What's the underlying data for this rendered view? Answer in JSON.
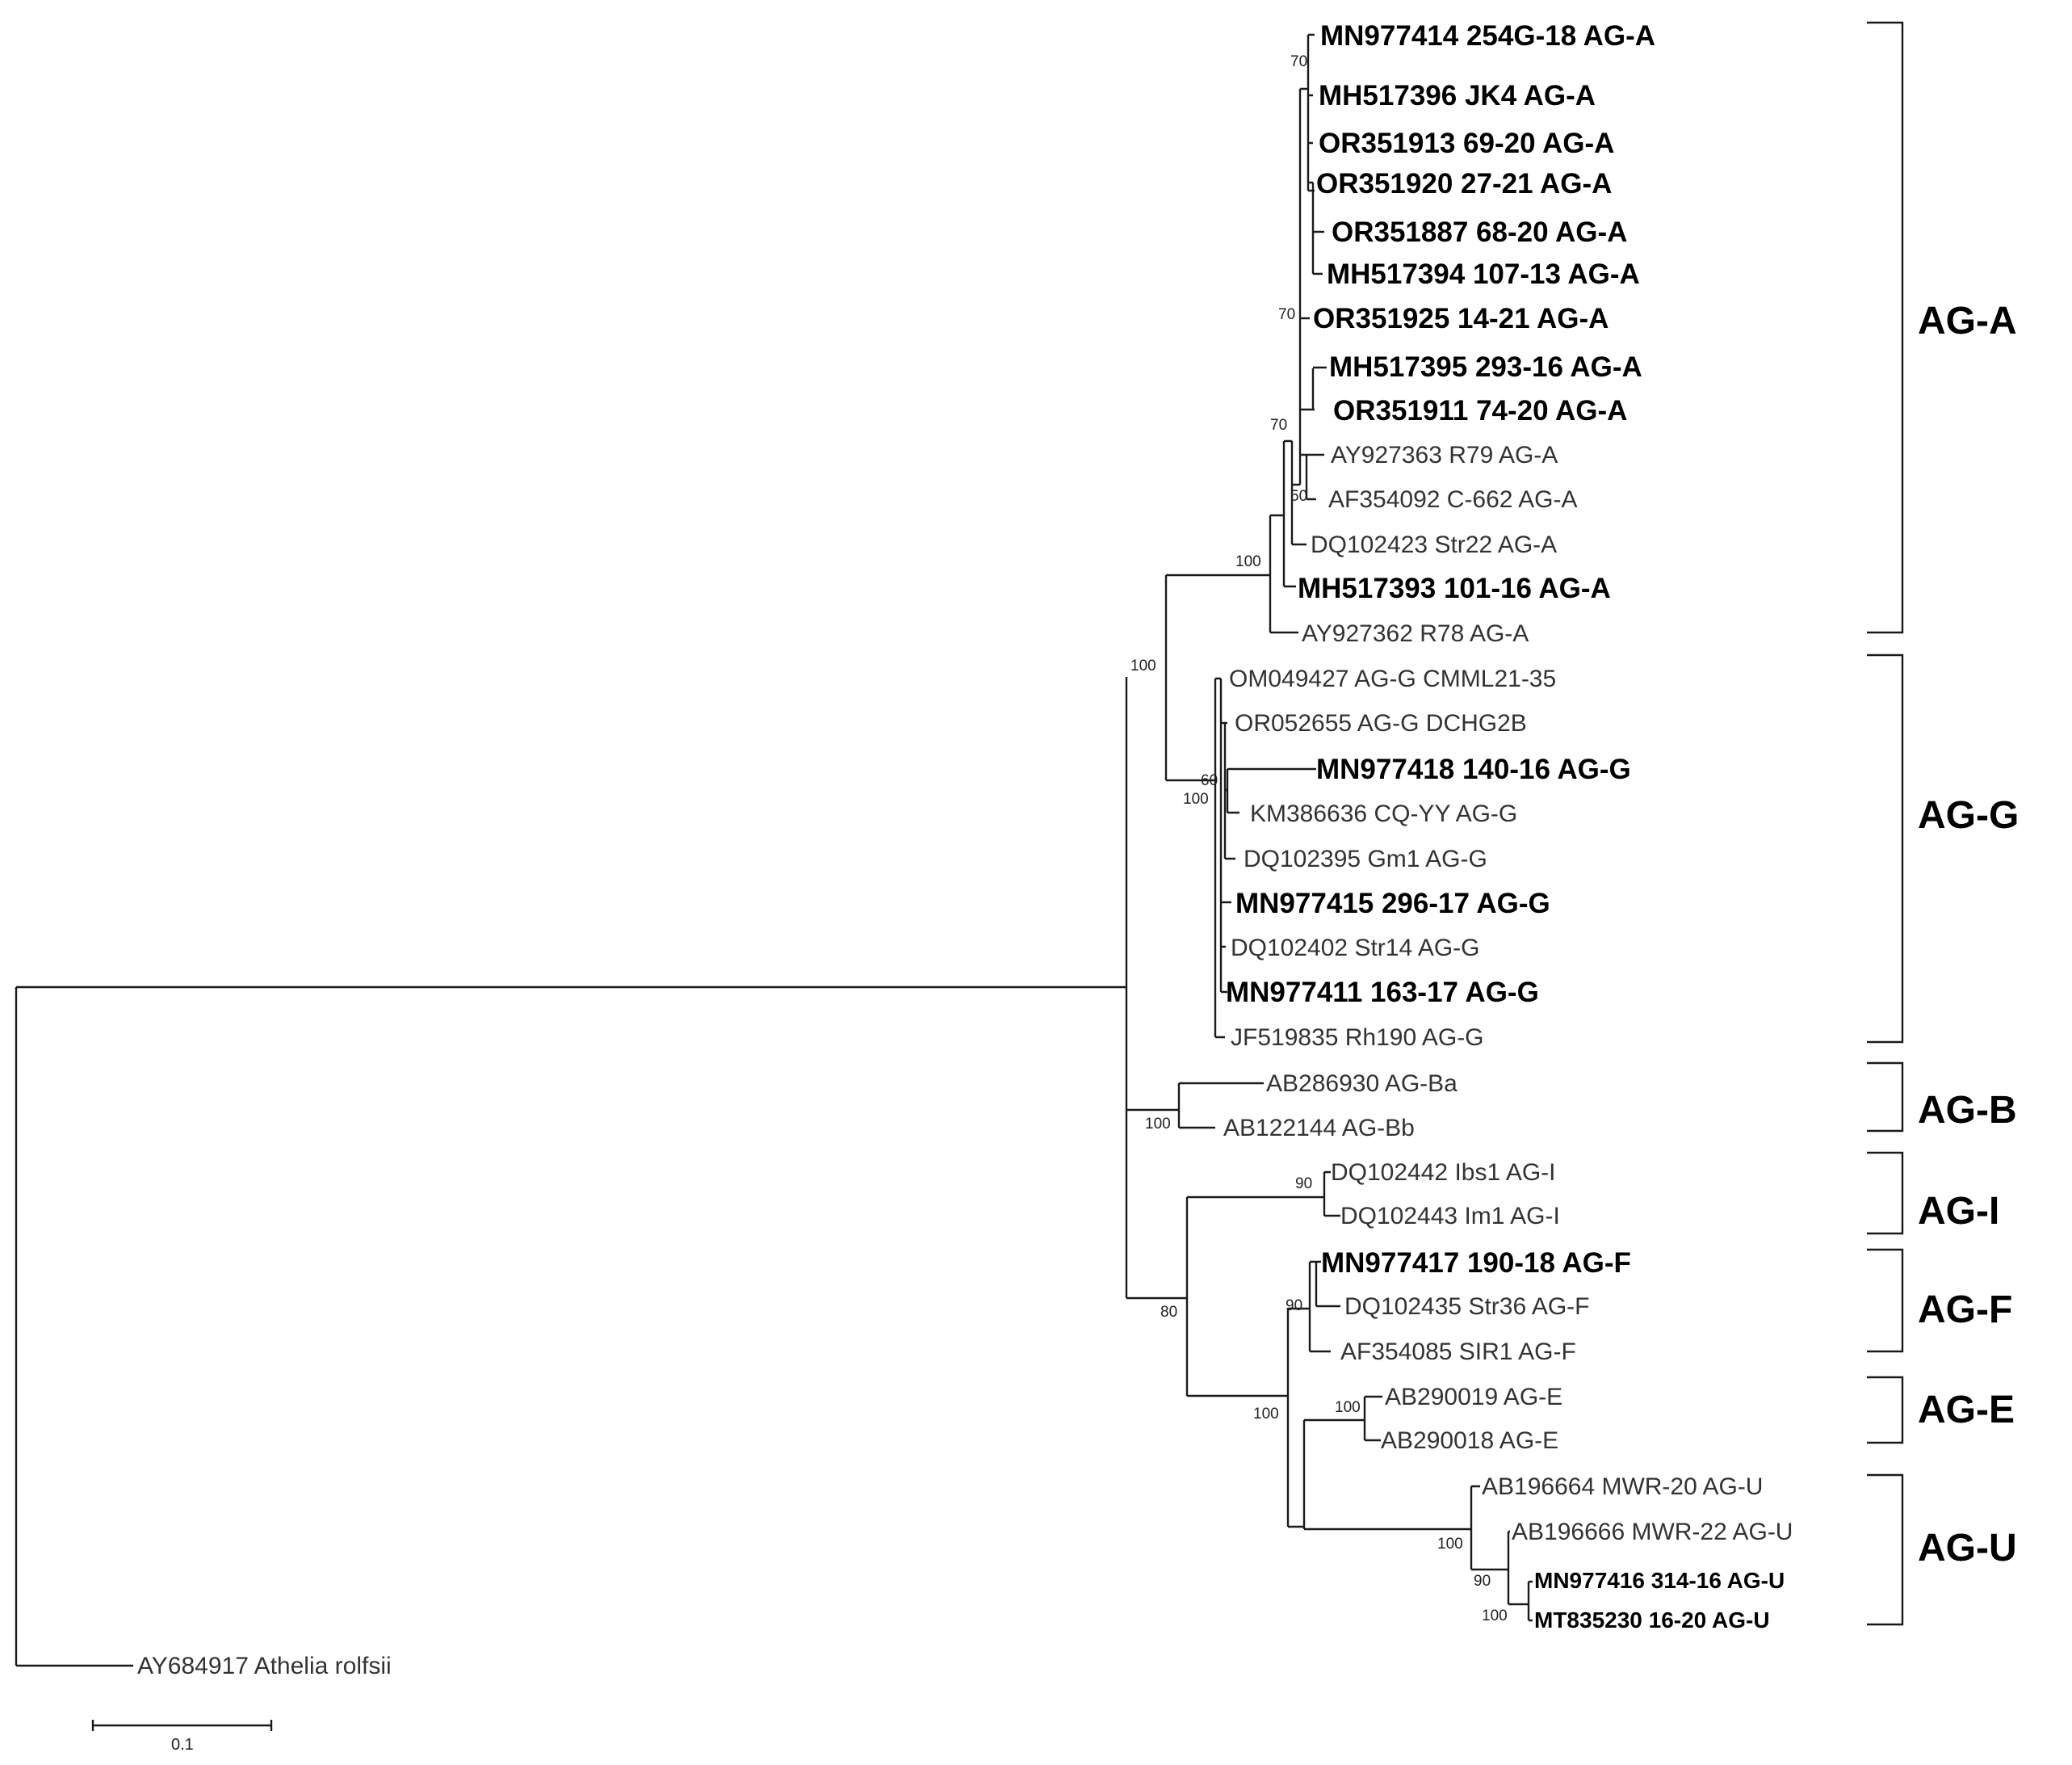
{
  "taxa": [
    {
      "id": "t1",
      "label": "MN977414 254G-18 AG-A",
      "bold": true
    },
    {
      "id": "t2",
      "label": "MH517396 JK4 AG-A",
      "bold": true
    },
    {
      "id": "t3",
      "label": "OR351913 69-20 AG-A",
      "bold": true
    },
    {
      "id": "t4",
      "label": "OR351920 27-21 AG-A",
      "bold": true
    },
    {
      "id": "t5",
      "label": "OR351887 68-20 AG-A",
      "bold": true
    },
    {
      "id": "t6",
      "label": "MH517394 107-13 AG-A",
      "bold": true
    },
    {
      "id": "t7",
      "label": "OR351925 14-21 AG-A",
      "bold": true
    },
    {
      "id": "t8",
      "label": "MH517395 293-16 AG-A",
      "bold": true
    },
    {
      "id": "t9",
      "label": "OR351911 74-20 AG-A",
      "bold": true
    },
    {
      "id": "t10",
      "label": "AY927363 R79 AG-A",
      "bold": false
    },
    {
      "id": "t11",
      "label": "AF354092 C-662 AG-A",
      "bold": false
    },
    {
      "id": "t12",
      "label": "DQ102423 Str22 AG-A",
      "bold": false
    },
    {
      "id": "t13",
      "label": "MH517393 101-16 AG-A",
      "bold": true
    },
    {
      "id": "t14",
      "label": "AY927362 R78 AG-A",
      "bold": false
    },
    {
      "id": "t15",
      "label": "OM049427 AG-G CMML21-35",
      "bold": false
    },
    {
      "id": "t16",
      "label": "OR052655 AG-G DCHG2B",
      "bold": false
    },
    {
      "id": "t17",
      "label": "MN977418 140-16 AG-G",
      "bold": true
    },
    {
      "id": "t18",
      "label": "KM386636 CQ-YY AG-G",
      "bold": false
    },
    {
      "id": "t19",
      "label": "DQ102395 Gm1 AG-G",
      "bold": false
    },
    {
      "id": "t20",
      "label": "MN977415 296-17 AG-G",
      "bold": true
    },
    {
      "id": "t21",
      "label": "DQ102402 Str14 AG-G",
      "bold": false
    },
    {
      "id": "t22",
      "label": "MN977411 163-17 AG-G",
      "bold": true
    },
    {
      "id": "t23",
      "label": "JF519835 Rh190 AG-G",
      "bold": false
    },
    {
      "id": "t24",
      "label": "AB286930 AG-Ba",
      "bold": false
    },
    {
      "id": "t25",
      "label": "AB122144 AG-Bb",
      "bold": false
    },
    {
      "id": "t26",
      "label": "DQ102442 Ibs1 AG-I",
      "bold": false
    },
    {
      "id": "t27",
      "label": "DQ102443 Im1 AG-I",
      "bold": false
    },
    {
      "id": "t28",
      "label": "MN977417 190-18 AG-F",
      "bold": true
    },
    {
      "id": "t29",
      "label": "DQ102435 Str36 AG-F",
      "bold": false
    },
    {
      "id": "t30",
      "label": "AF354085 SIR1 AG-F",
      "bold": false
    },
    {
      "id": "t31",
      "label": "AB290019 AG-E",
      "bold": false
    },
    {
      "id": "t32",
      "label": "AB290018 AG-E",
      "bold": false
    },
    {
      "id": "t33",
      "label": "AB196664 MWR-20 AG-U",
      "bold": false
    },
    {
      "id": "t34",
      "label": "AB196666 MWR-22 AG-U",
      "bold": false
    },
    {
      "id": "t35",
      "label": "MN977416 314-16 AG-U",
      "bold": true
    },
    {
      "id": "t36",
      "label": "MT835230 16-20 AG-U",
      "bold": true
    },
    {
      "id": "t37",
      "label": "AY684917 Athelia rolfsii",
      "bold": false
    }
  ],
  "bootstrap": [
    {
      "id": "b1",
      "value": "70"
    },
    {
      "id": "b2",
      "value": "70"
    },
    {
      "id": "b3",
      "value": "70"
    },
    {
      "id": "b4",
      "value": "50"
    },
    {
      "id": "b5",
      "value": "100"
    },
    {
      "id": "b6",
      "value": "100"
    },
    {
      "id": "b7",
      "value": "60"
    },
    {
      "id": "b8",
      "value": "100"
    },
    {
      "id": "b9",
      "value": "100"
    },
    {
      "id": "b10",
      "value": "90"
    },
    {
      "id": "b11",
      "value": "80"
    },
    {
      "id": "b12",
      "value": "90"
    },
    {
      "id": "b13",
      "value": "100"
    },
    {
      "id": "b14",
      "value": "100"
    },
    {
      "id": "b15",
      "value": "100"
    },
    {
      "id": "b16",
      "value": "90"
    },
    {
      "id": "b17",
      "value": "100"
    }
  ],
  "groups": [
    {
      "id": "g1",
      "label": "AG-A"
    },
    {
      "id": "g2",
      "label": "AG-G"
    },
    {
      "id": "g3",
      "label": "AG-B"
    },
    {
      "id": "g4",
      "label": "AG-I"
    },
    {
      "id": "g5",
      "label": "AG-F"
    },
    {
      "id": "g6",
      "label": "AG-E"
    },
    {
      "id": "g7",
      "label": "AG-U"
    }
  ],
  "scale_bar": {
    "label": "0.1"
  }
}
